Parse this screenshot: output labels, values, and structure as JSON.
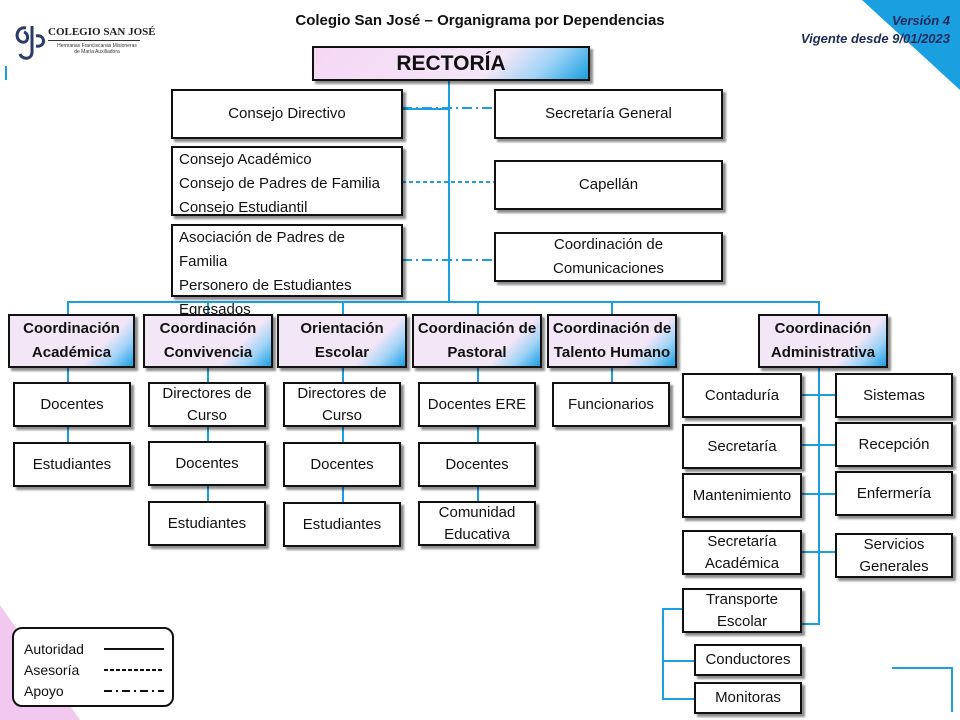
{
  "header": {
    "title": "Colegio San José – Organigrama por Dependencias",
    "version": "Versión 4",
    "valid_from": "Vigente desde 9/01/2023"
  },
  "logo": {
    "name": "COLEGIO SAN JOSÉ",
    "subtitle_1": "Hermanas Franciscanas Misioneras",
    "subtitle_2": "de María Auxiliadora"
  },
  "rectoria": "RECTORÍA",
  "left_column": {
    "consejo_directivo": "Consejo Directivo",
    "consejos": [
      "Consejo Académico",
      "Consejo de Padres de Familia",
      "Consejo Estudiantil"
    ],
    "asociaciones": [
      "Asociación de Padres de Familia",
      "Personero de Estudiantes",
      "Egresados"
    ]
  },
  "right_column": {
    "secretaria_general": "Secretaría General",
    "capellan": "Capellán",
    "comunicaciones": [
      "Coordinación de",
      "Comunicaciones"
    ]
  },
  "coordinations": [
    {
      "title": [
        "Coordinación",
        "Académica"
      ],
      "units": [
        [
          "Docentes"
        ],
        [
          "Estudiantes"
        ]
      ]
    },
    {
      "title": [
        "Coordinación",
        "Convivencia"
      ],
      "units": [
        [
          "Directores de",
          "Curso"
        ],
        [
          "Docentes"
        ],
        [
          "Estudiantes"
        ]
      ]
    },
    {
      "title": [
        "Orientación",
        "Escolar"
      ],
      "units": [
        [
          "Directores de",
          "Curso"
        ],
        [
          "Docentes"
        ],
        [
          "Estudiantes"
        ]
      ]
    },
    {
      "title": [
        "Coordinación de",
        "Pastoral"
      ],
      "units": [
        [
          "Docentes ERE"
        ],
        [
          "Docentes"
        ],
        [
          "Comunidad",
          "Educativa"
        ]
      ]
    },
    {
      "title": [
        "Coordinación de",
        "Talento Humano"
      ],
      "units": [
        [
          "Funcionarios"
        ]
      ]
    },
    {
      "title": [
        "Coordinación",
        "Administrativa"
      ],
      "units": []
    }
  ],
  "administrativa": {
    "left": [
      [
        "Contaduría"
      ],
      [
        "Secretaría"
      ],
      [
        "Mantenimiento"
      ],
      [
        "Secretaría",
        "Académica"
      ],
      [
        "Transporte",
        "Escolar"
      ]
    ],
    "right": [
      [
        "Sistemas"
      ],
      [
        "Recepción"
      ],
      [
        "Enfermería"
      ],
      [
        "Servicios",
        "Generales"
      ]
    ],
    "transporte_sub": [
      "Conductores",
      "Monitoras"
    ]
  },
  "legend": {
    "autoridad": "Autoridad",
    "asesoria": "Asesoría",
    "apoyo": "Apoyo"
  },
  "colors": {
    "accent": "#1a9fe0",
    "pink": "#f6d7f5",
    "box_border": "#111111"
  }
}
